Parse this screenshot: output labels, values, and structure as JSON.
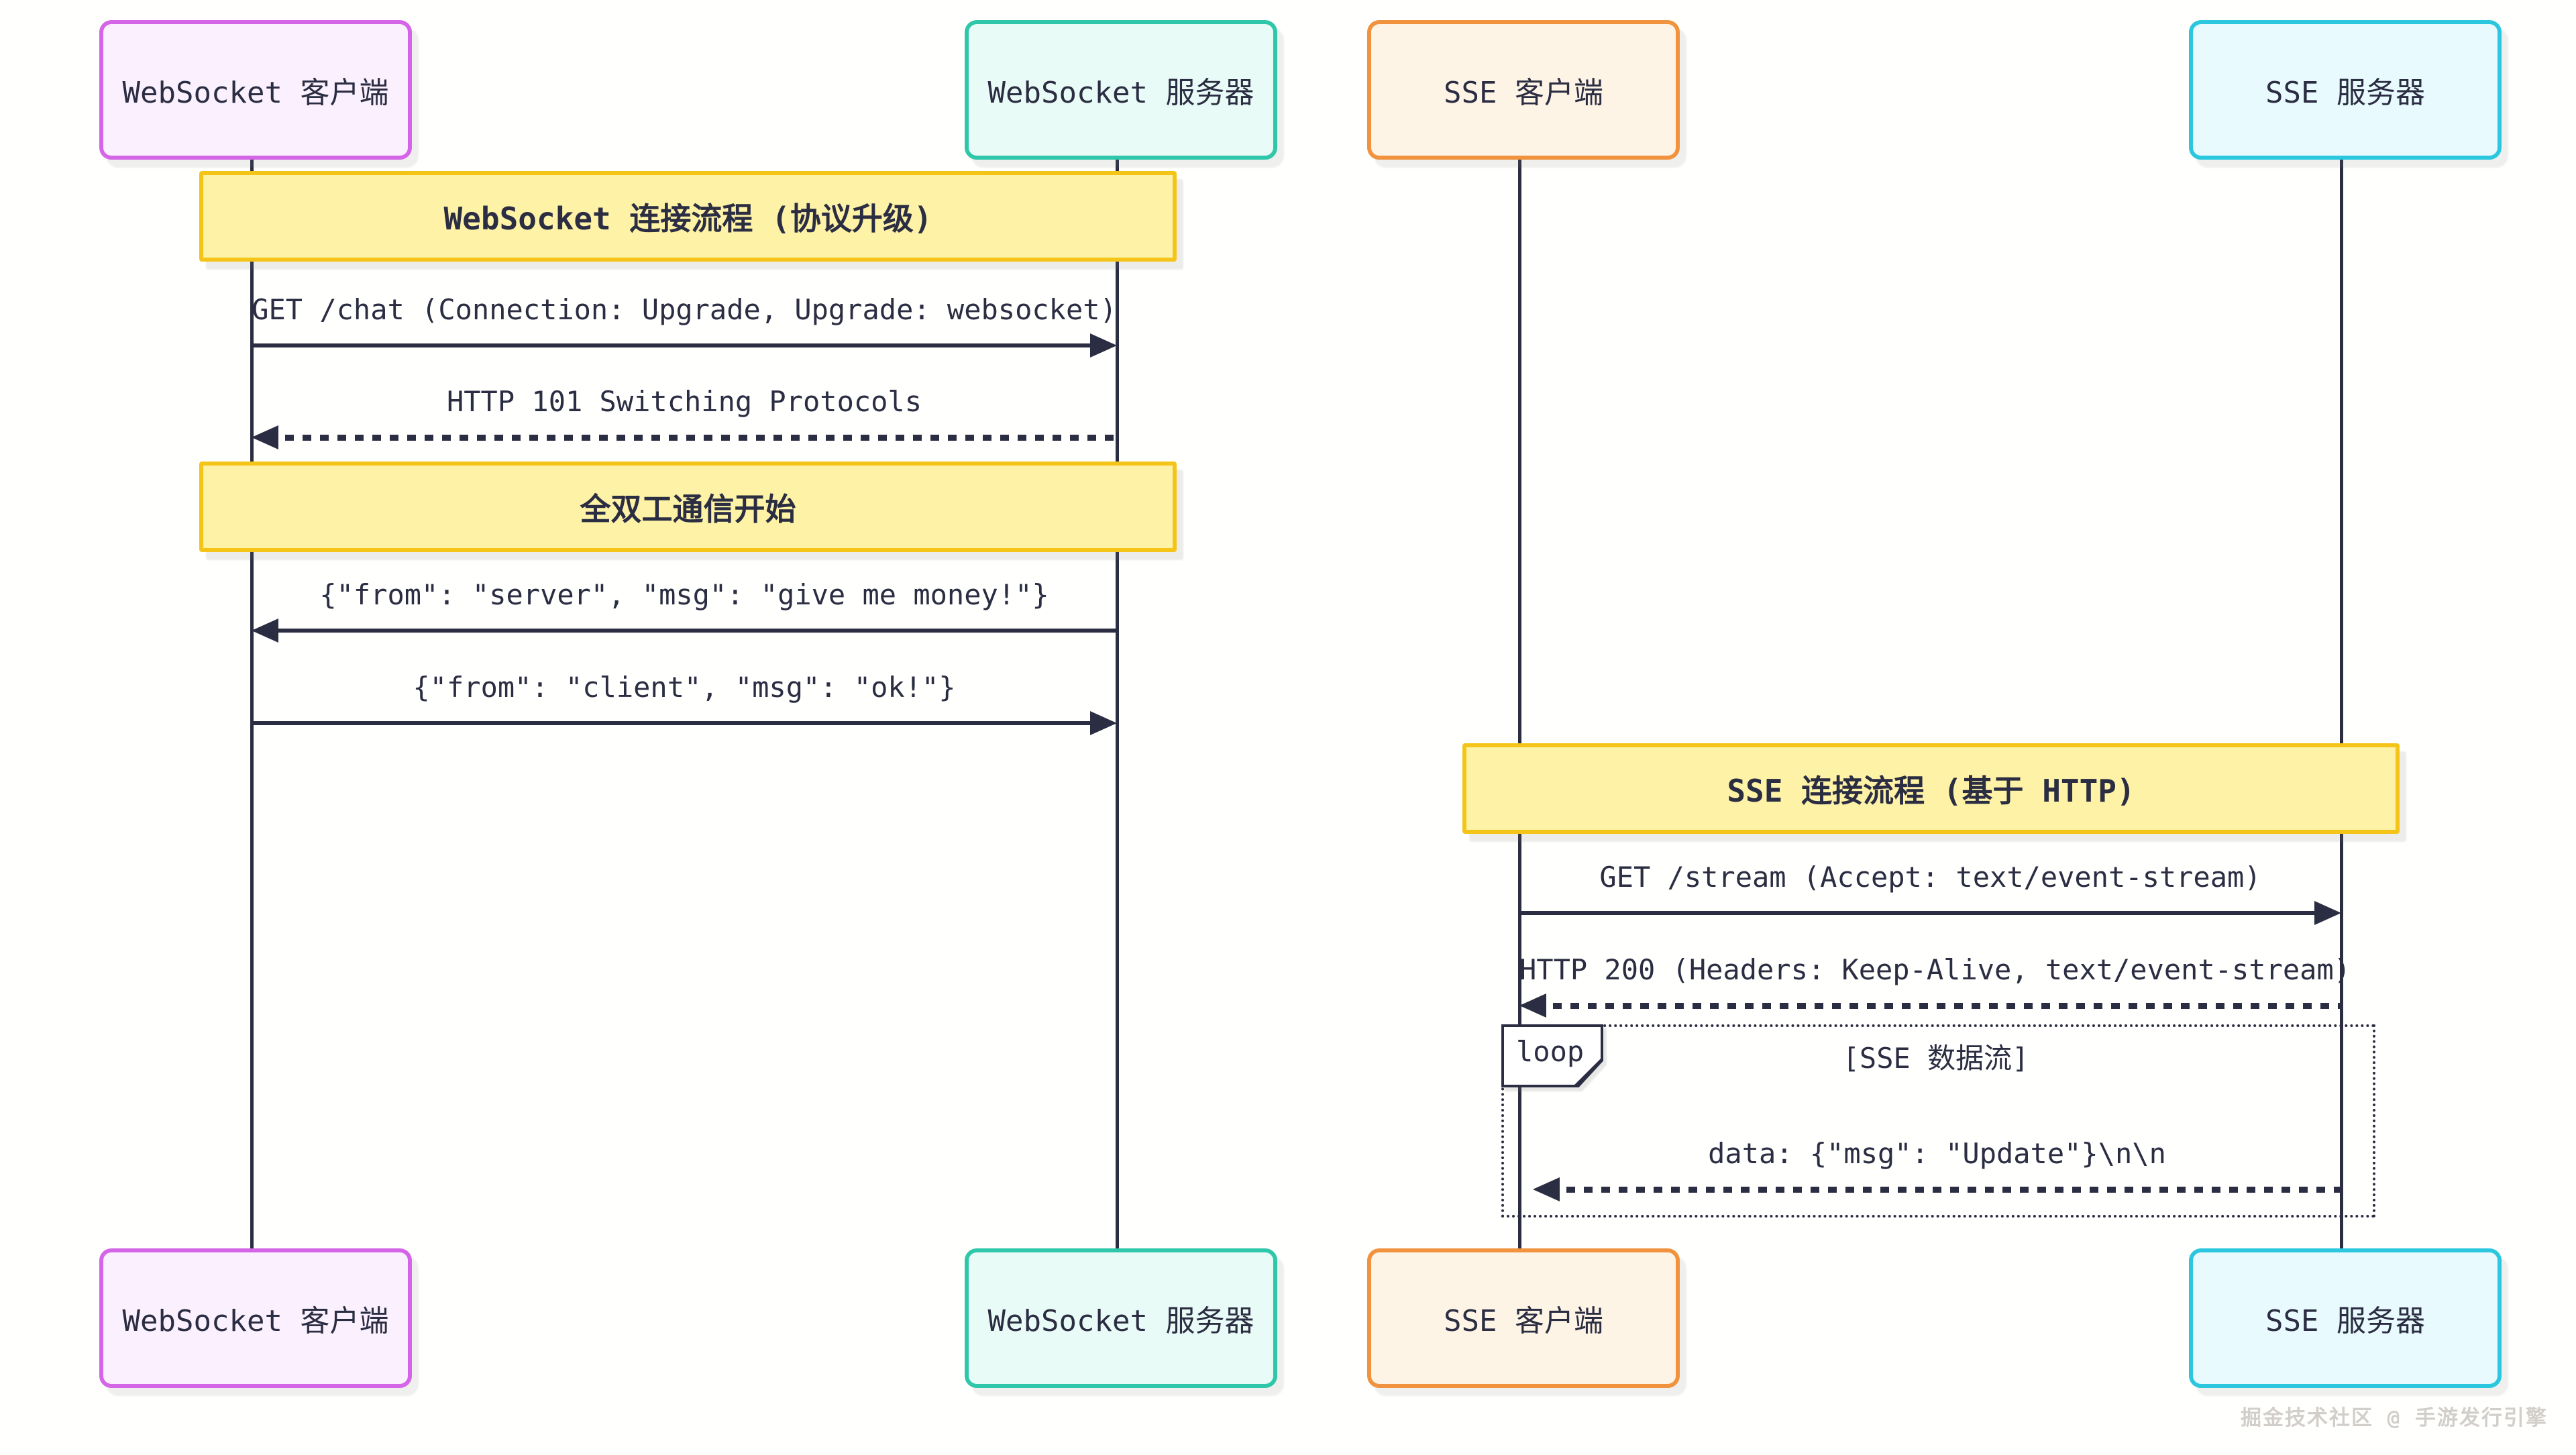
{
  "diagram": {
    "type": "sequence-diagram",
    "background": "#ffffff",
    "watermark": "掘金技术社区 @ 手游发行引擎",
    "colors": {
      "ink": "#2b2d42",
      "banner_fill": "#fdf2a6",
      "banner_border": "#f4c518",
      "ws_client_border": "#d465e6",
      "ws_client_fill": "#fbf0fe",
      "ws_server_border": "#2ec7a9",
      "ws_server_fill": "#e9fbf6",
      "sse_client_border": "#f0923e",
      "sse_client_fill": "#fdf4e6",
      "sse_server_border": "#2bc7de",
      "sse_server_fill": "#e8fafd",
      "watermark_color": "#d2cec9"
    },
    "actors": [
      {
        "id": "ws-client",
        "label": "WebSocket 客户端"
      },
      {
        "id": "ws-server",
        "label": "WebSocket 服务器"
      },
      {
        "id": "sse-client",
        "label": "SSE 客户端"
      },
      {
        "id": "sse-server",
        "label": "SSE 服务器"
      }
    ],
    "banners": [
      {
        "text": "WebSocket 连接流程 (协议升级)"
      },
      {
        "text": "全双工通信开始"
      },
      {
        "text": "SSE 连接流程 (基于 HTTP)"
      }
    ],
    "messages": [
      {
        "text": "GET /chat (Connection: Upgrade, Upgrade: websocket)",
        "from": "ws-client",
        "to": "ws-server",
        "line": "solid"
      },
      {
        "text": "HTTP 101 Switching Protocols",
        "from": "ws-server",
        "to": "ws-client",
        "line": "dotted"
      },
      {
        "text": "{\"from\": \"server\", \"msg\": \"give me money!\"}",
        "from": "ws-server",
        "to": "ws-client",
        "line": "solid"
      },
      {
        "text": "{\"from\": \"client\", \"msg\": \"ok!\"}",
        "from": "ws-client",
        "to": "ws-server",
        "line": "solid"
      },
      {
        "text": "GET /stream (Accept: text/event-stream)",
        "from": "sse-client",
        "to": "sse-server",
        "line": "solid"
      },
      {
        "text": "HTTP 200 (Headers: Keep-Alive, text/event-stream)",
        "from": "sse-server",
        "to": "sse-client",
        "line": "dotted"
      },
      {
        "text": "data: {\"msg\": \"Update\"}\\n\\n",
        "from": "sse-server",
        "to": "sse-client",
        "line": "dotted"
      }
    ],
    "loop": {
      "label": "loop",
      "condition": "[SSE 数据流]"
    }
  }
}
